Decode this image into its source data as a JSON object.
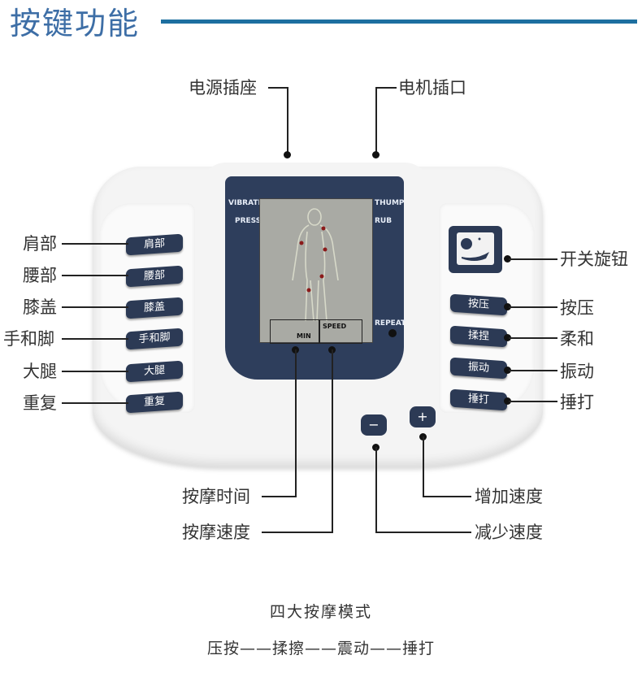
{
  "header": {
    "title": "按键功能"
  },
  "top_labels": {
    "power_socket": "电源插座",
    "motor_port": "电机插口"
  },
  "left_labels": [
    "肩部",
    "腰部",
    "膝盖",
    "手和脚",
    "大腿",
    "重复"
  ],
  "right_labels": {
    "switch_knob": "开关旋钮",
    "press": "按压",
    "knead": "柔和",
    "vibrate": "振动",
    "tap": "捶打"
  },
  "bottom_labels": {
    "massage_time": "按摩时间",
    "massage_speed": "按摩速度",
    "increase_speed": "增加速度",
    "decrease_speed": "减少速度"
  },
  "device": {
    "left_buttons": [
      "肩部",
      "腰部",
      "膝盖",
      "手和脚",
      "大腿",
      "重复"
    ],
    "right_buttons": [
      "按压",
      "揉捏",
      "振动",
      "捶打"
    ],
    "screen": {
      "vibrate": "VIBRATE",
      "press": "PRESS",
      "thump": "THUMP",
      "rub": "RUB",
      "speed": "SPEED",
      "min": "MIN",
      "repeat": "REPEAT"
    },
    "minus": "−",
    "plus": "+"
  },
  "footer": {
    "modes_title": "四大按摩模式",
    "modes": [
      "压按",
      "揉擦",
      "震动",
      "捶打"
    ],
    "separator": "——"
  }
}
